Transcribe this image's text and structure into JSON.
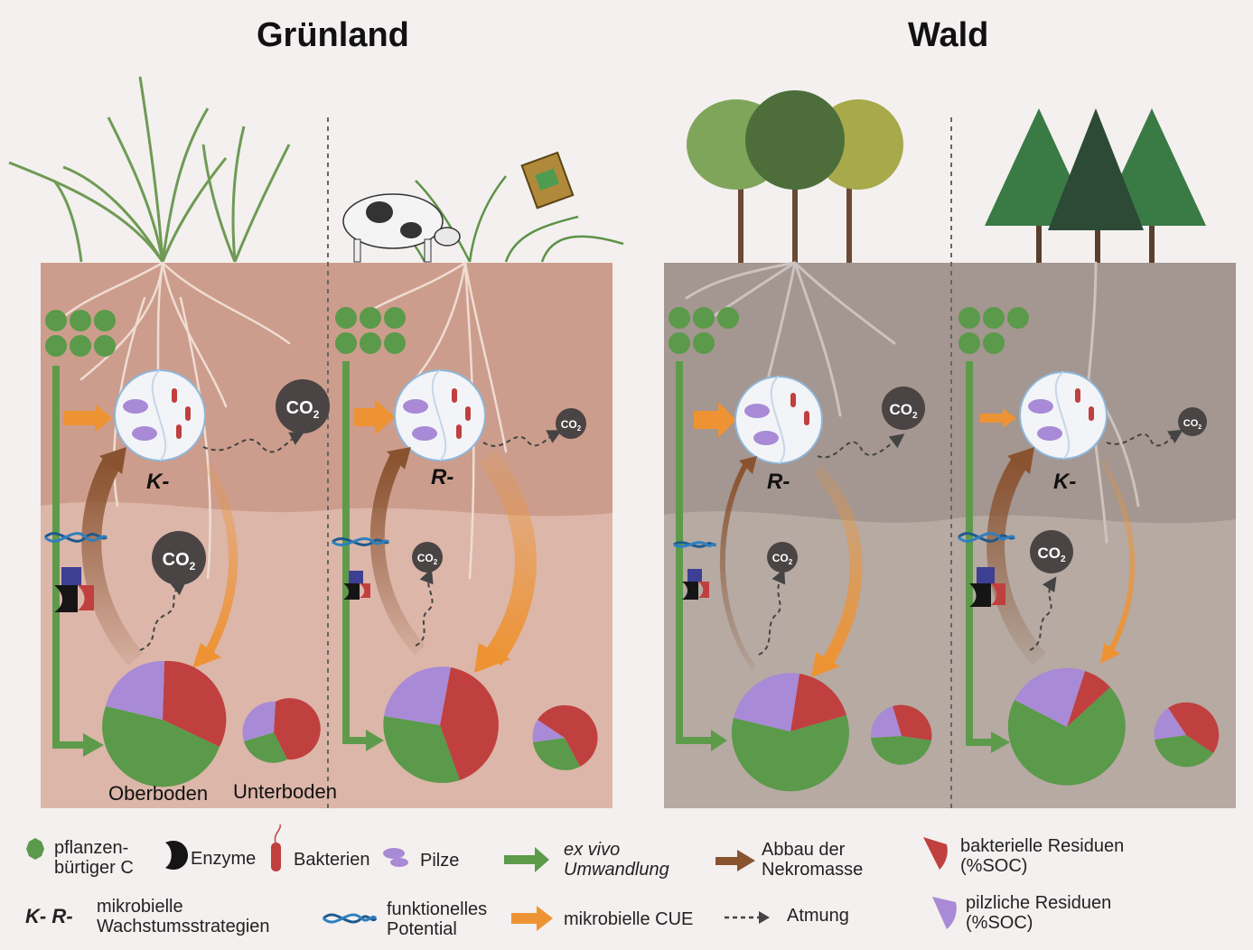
{
  "titles": {
    "left": "Grünland",
    "right": "Wald"
  },
  "strategies": {
    "g1": "K-",
    "g2": "R-",
    "w1": "R-",
    "w2": "K-"
  },
  "soil_labels": {
    "top": "Oberboden",
    "sub": "Unterboden"
  },
  "co2": {
    "main": "CO",
    "sub": "2"
  },
  "legend": {
    "plant_c_1": "pflanzen-",
    "plant_c_2": "bürtiger C",
    "enzymes": "Enzyme",
    "bacteria": "Bakterien",
    "fungi": "Pilze",
    "exvivo_1": "ex vivo",
    "exvivo_2": "Umwandlung",
    "necromass_1": "Abbau der",
    "necromass_2": "Nekromasse",
    "bact_res_1": "bakterielle Residuen",
    "bact_res_2": "(%SOC)",
    "kr_symbol": "K-  R-",
    "growth_1": "mikrobielle",
    "growth_2": "Wachstumsstrategien",
    "func_1": "funktionelles",
    "func_2": "Potential",
    "cue": "mikrobielle CUE",
    "resp": "Atmung",
    "fung_res_1": "pilzliche Residuen",
    "fung_res_2": "(%SOC)"
  },
  "colors": {
    "grass_soil": "#cc9d8c",
    "grass_subsoil": "#dcb6a9",
    "forest_soil": "#a49690",
    "forest_subsoil": "#b6aaa3",
    "plant_c": "#5a9a4a",
    "bacteria": "#c0403f",
    "fungi": "#a98ad6",
    "cue": "#ee9333",
    "necromass": "#8a5330",
    "exvivo": "#5d9b4b"
  }
}
